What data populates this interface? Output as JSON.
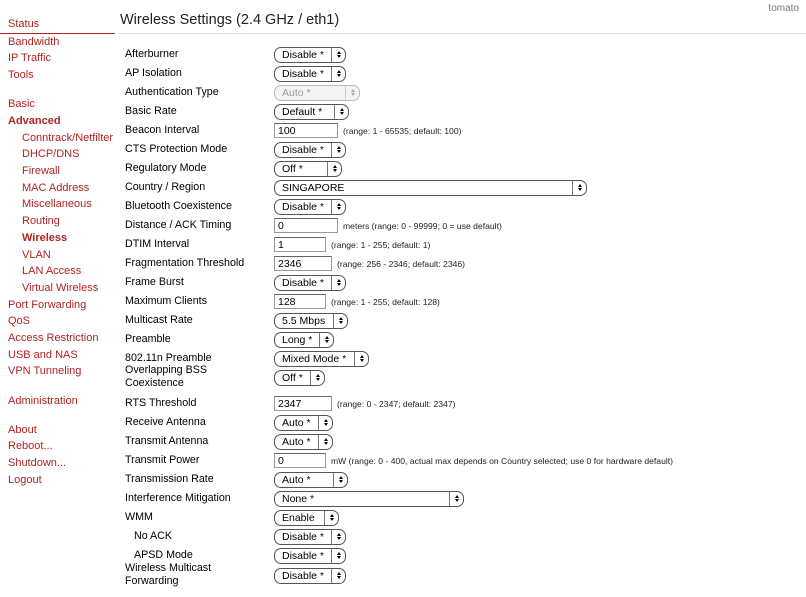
{
  "brand": "tomato",
  "page_title": "Wireless Settings (2.4 GHz / eth1)",
  "sidebar": {
    "items": [
      {
        "label": "Status"
      },
      {
        "label": "Bandwidth"
      },
      {
        "label": "IP Traffic"
      },
      {
        "label": "Tools"
      },
      {
        "label": "Basic"
      },
      {
        "label": "Advanced"
      },
      {
        "label": "Conntrack/Netfilter"
      },
      {
        "label": "DHCP/DNS"
      },
      {
        "label": "Firewall"
      },
      {
        "label": "MAC Address"
      },
      {
        "label": "Miscellaneous"
      },
      {
        "label": "Routing"
      },
      {
        "label": "Wireless"
      },
      {
        "label": "VLAN"
      },
      {
        "label": "LAN Access"
      },
      {
        "label": "Virtual Wireless"
      },
      {
        "label": "Port Forwarding"
      },
      {
        "label": "QoS"
      },
      {
        "label": "Access Restriction"
      },
      {
        "label": "USB and NAS"
      },
      {
        "label": "VPN Tunneling"
      },
      {
        "label": "Administration"
      },
      {
        "label": "About"
      },
      {
        "label": "Reboot..."
      },
      {
        "label": "Shutdown..."
      },
      {
        "label": "Logout"
      }
    ]
  },
  "settings": [
    {
      "label": "Afterburner",
      "value": "Disable *"
    },
    {
      "label": "AP Isolation",
      "value": "Disable *"
    },
    {
      "label": "Authentication Type",
      "value": "Auto *"
    },
    {
      "label": "Basic Rate",
      "value": "Default *"
    },
    {
      "label": "Beacon Interval",
      "value": "100",
      "hint": "(range: 1 - 65535; default: 100)"
    },
    {
      "label": "CTS Protection Mode",
      "value": "Disable *"
    },
    {
      "label": "Regulatory Mode",
      "value": "Off *"
    },
    {
      "label": "Country / Region",
      "value": "SINGAPORE"
    },
    {
      "label": "Bluetooth Coexistence",
      "value": "Disable *"
    },
    {
      "label": "Distance / ACK Timing",
      "value": "0",
      "hint": "meters  (range: 0 - 99999; 0 = use default)"
    },
    {
      "label": "DTIM Interval",
      "value": "1",
      "hint": "(range: 1 - 255; default: 1)"
    },
    {
      "label": "Fragmentation Threshold",
      "value": "2346",
      "hint": "(range: 256 - 2346; default: 2346)"
    },
    {
      "label": "Frame Burst",
      "value": "Disable *"
    },
    {
      "label": "Maximum Clients",
      "value": "128",
      "hint": "(range: 1 - 255; default: 128)"
    },
    {
      "label": "Multicast Rate",
      "value": "5.5 Mbps"
    },
    {
      "label": "Preamble",
      "value": "Long *"
    },
    {
      "label": "802.11n Preamble",
      "value": "Mixed Mode *"
    },
    {
      "label": "Overlapping BSS Coexistence",
      "value": "Off *"
    },
    {
      "label": "RTS Threshold",
      "value": "2347",
      "hint": "(range: 0 - 2347; default: 2347)"
    },
    {
      "label": "Receive Antenna",
      "value": "Auto *"
    },
    {
      "label": "Transmit Antenna",
      "value": "Auto *"
    },
    {
      "label": "Transmit Power",
      "value": "0",
      "hint": "mW  (range: 0 - 400, actual max depends on Country selected; use 0 for hardware default)"
    },
    {
      "label": "Transmission Rate",
      "value": "Auto *"
    },
    {
      "label": "Interference Mitigation",
      "value": "None *"
    },
    {
      "label": "WMM",
      "value": "Enable"
    },
    {
      "label": "No ACK",
      "value": "Disable *"
    },
    {
      "label": "APSD Mode",
      "value": "Disable *"
    },
    {
      "label": "Wireless Multicast Forwarding",
      "value": "Disable *"
    }
  ]
}
